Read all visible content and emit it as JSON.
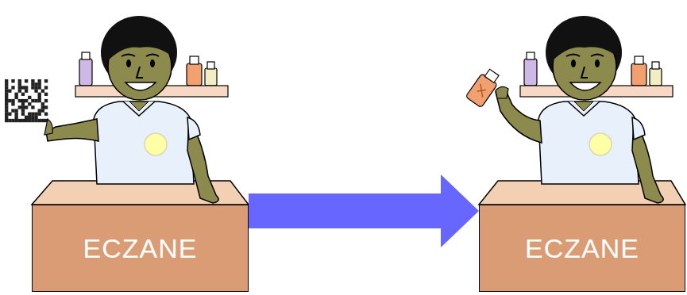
{
  "diagram": {
    "nodes": [
      {
        "text": [
          "ECZANE"
        ]
      },
      {
        "text": [
          "ECZANE"
        ]
      }
    ],
    "edges": [
      {
        "from": 0,
        "to": 1,
        "arrow": "to"
      }
    ]
  }
}
